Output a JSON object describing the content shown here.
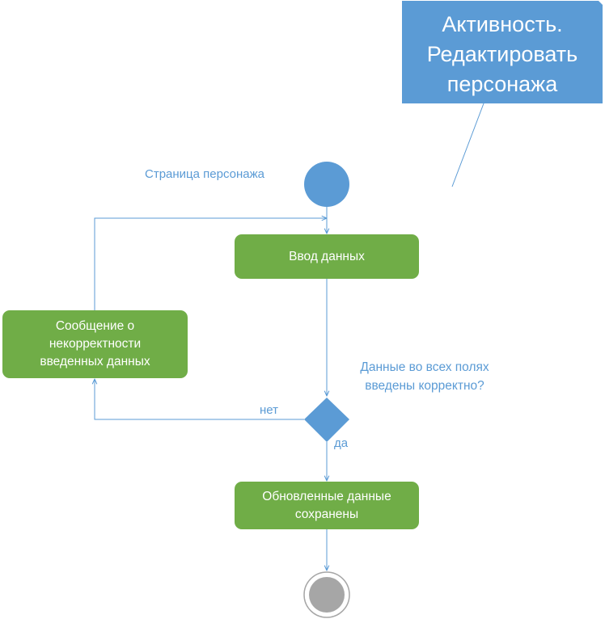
{
  "note": {
    "lines": [
      "Активность.",
      "Редактировать",
      "персонажа"
    ],
    "color": "#5b9bd5"
  },
  "start": {
    "label": "Страница персонажа"
  },
  "nodes": {
    "input": {
      "text": "Ввод данных"
    },
    "error": {
      "lines": [
        "Сообщение о",
        "некорректности",
        "введенных данных"
      ]
    },
    "saved": {
      "lines": [
        "Обновленные данные",
        "сохранены"
      ]
    }
  },
  "decision": {
    "question": [
      "Данные во всех полях",
      "введены корректно?"
    ],
    "yes": "да",
    "no": "нет"
  },
  "colors": {
    "action": "#70ad47",
    "primary": "#5b9bd5",
    "end": "#a6a6a6"
  }
}
